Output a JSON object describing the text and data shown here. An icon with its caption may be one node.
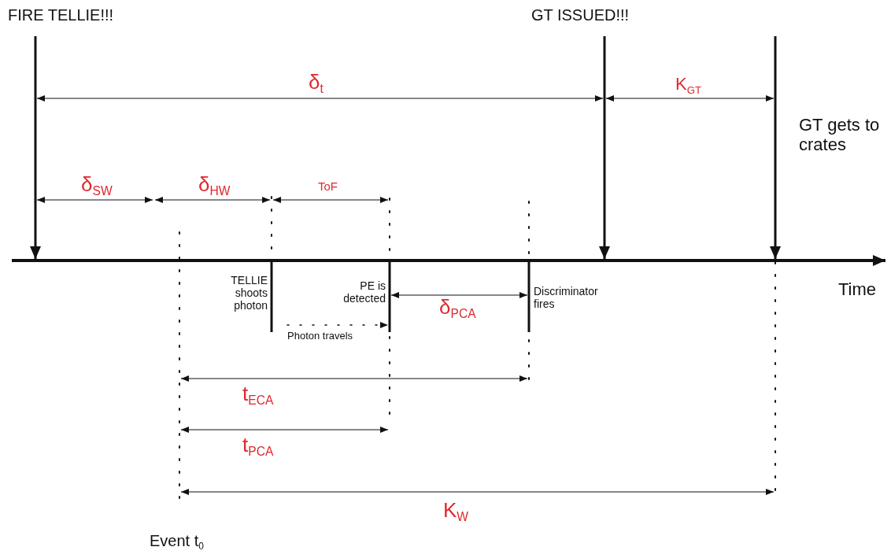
{
  "diagram": {
    "labels": [
      "FIRE TELLIE!!!",
      "GT ISSUED!!!",
      "δ$_{t}$",
      "K$_{GT}$",
      "GT gets to crates",
      "δ$_{SW}$",
      "δ$_{HW}$",
      "ToF",
      "TELLIE shoots photon",
      "PE is detected",
      "Discriminator fires",
      "Time",
      "δ$_{PCA}$",
      "Photon travels",
      "t$_{ECA}$",
      "t$_{PCA}$",
      "K$_{W}$",
      "Event t$_{0}$"
    ]
  }
}
